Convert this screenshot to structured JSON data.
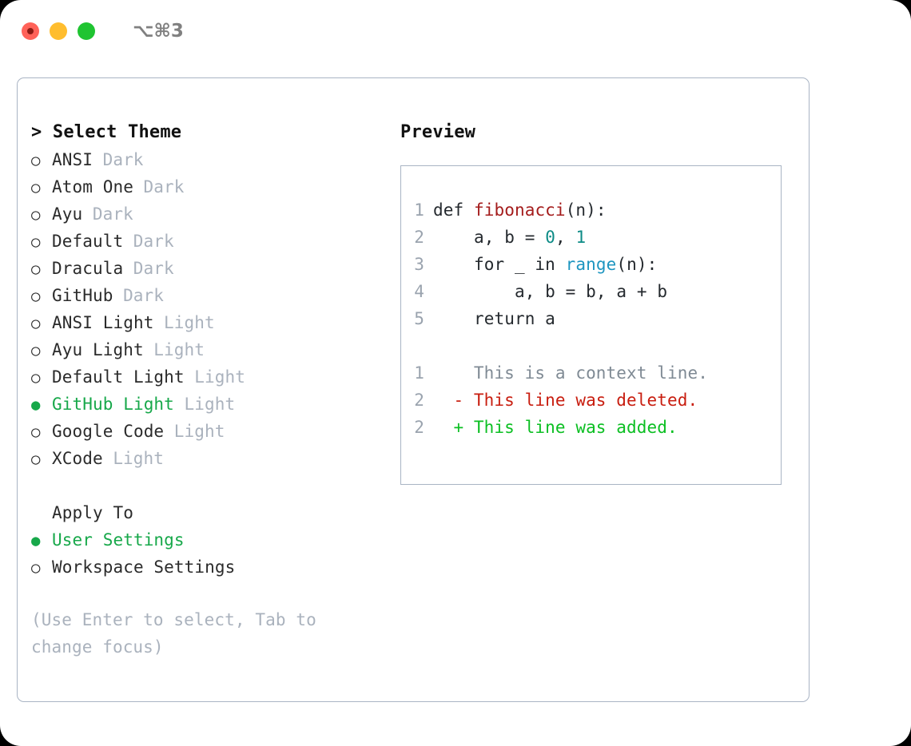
{
  "titlebar": {
    "shortcut": "⌥⌘3",
    "buttons": [
      {
        "name": "close",
        "color": "#ff6259"
      },
      {
        "name": "minimize",
        "color": "#ffbd2e"
      },
      {
        "name": "maximize",
        "color": "#1fc431"
      }
    ]
  },
  "theme_picker": {
    "heading": "> Select Theme",
    "prompt": ">",
    "bullet_selected": "●",
    "bullet_unselected": "○",
    "items": [
      {
        "bullet": "○",
        "label": "ANSI",
        "variant": "Dark",
        "selected": false
      },
      {
        "bullet": "○",
        "label": "Atom One",
        "variant": "Dark",
        "selected": false
      },
      {
        "bullet": "○",
        "label": "Ayu",
        "variant": "Dark",
        "selected": false
      },
      {
        "bullet": "○",
        "label": "Default",
        "variant": "Dark",
        "selected": false
      },
      {
        "bullet": "○",
        "label": "Dracula",
        "variant": "Dark",
        "selected": false
      },
      {
        "bullet": "○",
        "label": "GitHub",
        "variant": "Dark",
        "selected": false
      },
      {
        "bullet": "○",
        "label": "ANSI Light",
        "variant": "Light",
        "selected": false
      },
      {
        "bullet": "○",
        "label": "Ayu Light",
        "variant": "Light",
        "selected": false
      },
      {
        "bullet": "○",
        "label": "Default Light",
        "variant": "Light",
        "selected": false
      },
      {
        "bullet": "●",
        "label": "GitHub Light",
        "variant": "Light",
        "selected": true
      },
      {
        "bullet": "○",
        "label": "Google Code",
        "variant": "Light",
        "selected": false
      },
      {
        "bullet": "○",
        "label": "XCode",
        "variant": "Light",
        "selected": false
      }
    ]
  },
  "apply_to": {
    "heading": "Apply To",
    "items": [
      {
        "bullet": "●",
        "label": "User Settings",
        "selected": true
      },
      {
        "bullet": "○",
        "label": "Workspace Settings",
        "selected": false
      }
    ]
  },
  "hint": "(Use Enter to select, Tab to change focus)",
  "preview": {
    "title": "Preview",
    "code_lines": [
      {
        "num": "1",
        "tokens": [
          {
            "text": "def ",
            "type": "kw"
          },
          {
            "text": "fibonacci",
            "type": "fn"
          },
          {
            "text": "(n):",
            "type": "plain"
          }
        ]
      },
      {
        "num": "2",
        "tokens": [
          {
            "text": "    a, b = ",
            "type": "plain"
          },
          {
            "text": "0",
            "type": "num"
          },
          {
            "text": ", ",
            "type": "plain"
          },
          {
            "text": "1",
            "type": "num"
          }
        ]
      },
      {
        "num": "3",
        "tokens": [
          {
            "text": "    for _ in ",
            "type": "plain"
          },
          {
            "text": "range",
            "type": "builtin"
          },
          {
            "text": "(n):",
            "type": "plain"
          }
        ]
      },
      {
        "num": "4",
        "tokens": [
          {
            "text": "        a, b = b, a + b",
            "type": "plain"
          }
        ]
      },
      {
        "num": "5",
        "tokens": [
          {
            "text": "    return a",
            "type": "plain"
          }
        ]
      }
    ],
    "diff_lines": [
      {
        "num": "1",
        "marker": " ",
        "text": "This is a context line.",
        "kind": "ctx"
      },
      {
        "num": "2",
        "marker": "-",
        "text": "This line was deleted.",
        "kind": "del"
      },
      {
        "num": "2",
        "marker": "+",
        "text": "This line was added.",
        "kind": "add"
      }
    ]
  },
  "colors": {
    "accent_green": "#17a84a",
    "muted": "#aab2bd",
    "border": "#a9b4c4",
    "syntax_function": "#a41c1c",
    "syntax_number": "#0d8b86",
    "syntax_builtin": "#1d95c0",
    "diff_added": "#0bbf22",
    "diff_deleted": "#c81d0f",
    "diff_context": "#7f8a94"
  }
}
